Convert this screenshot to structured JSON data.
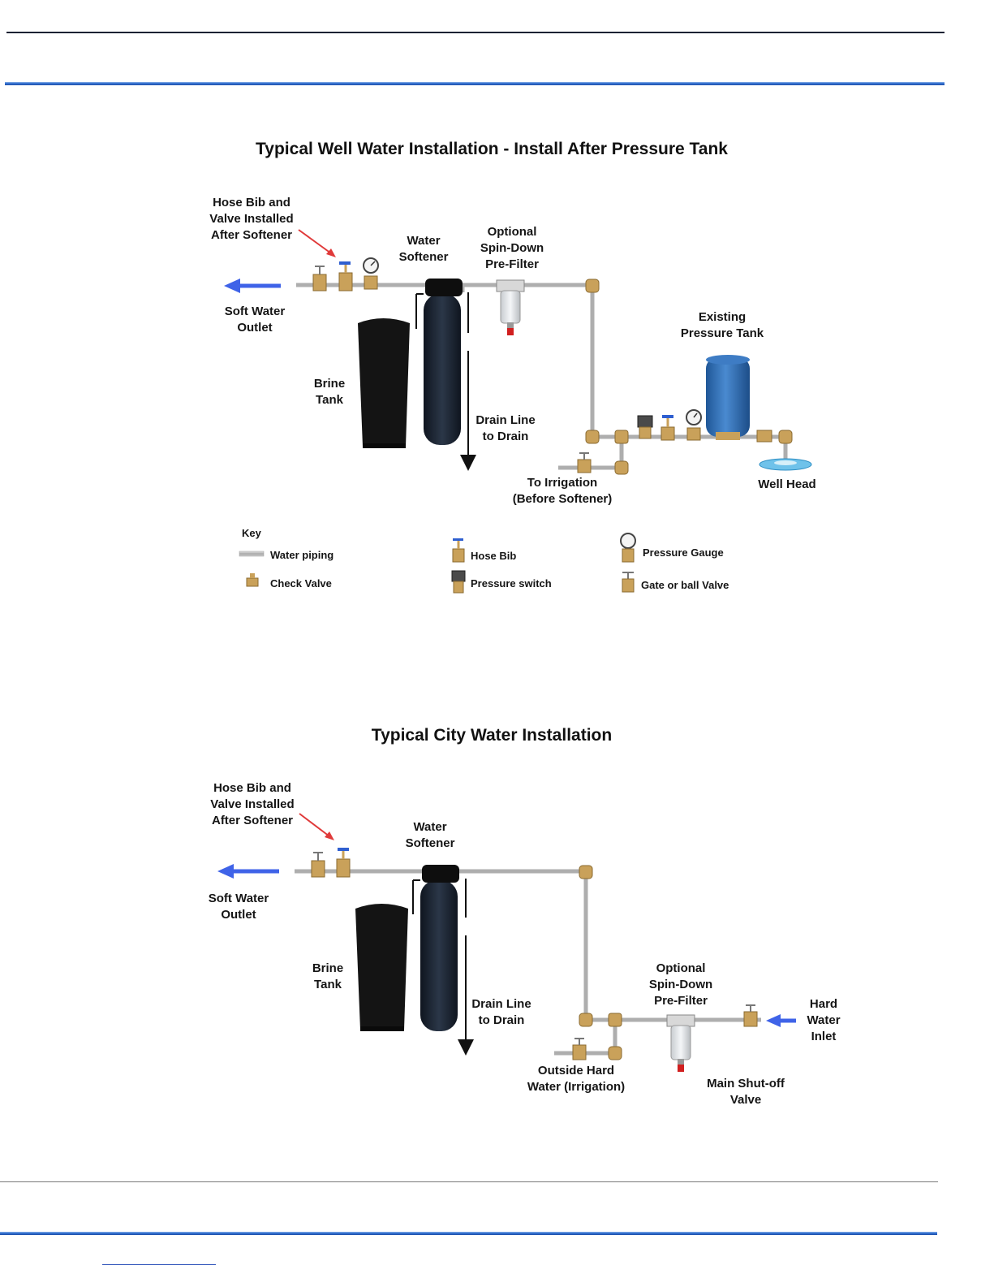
{
  "well": {
    "title": "Typical Well Water Installation - Install After Pressure Tank",
    "labels": {
      "hose_bib_note": "Hose Bib and\nValve Installed\nAfter Softener",
      "water_softener": "Water\nSoftener",
      "prefilter": "Optional\nSpin-Down\nPre-Filter",
      "soft_water_outlet": "Soft Water\nOutlet",
      "existing_pressure_tank": "Existing\nPressure Tank",
      "brine_tank": "Brine\nTank",
      "drain_line": "Drain Line\nto Drain",
      "irrigation": "To Irrigation\n(Before Softener)",
      "well_head": "Well Head"
    },
    "key": {
      "heading": "Key",
      "water_piping": "Water piping",
      "check_valve": "Check Valve",
      "hose_bib": "Hose Bib",
      "pressure_switch": "Pressure switch",
      "pressure_gauge": "Pressure Gauge",
      "gate_valve": "Gate or ball Valve"
    }
  },
  "city": {
    "title": "Typical City Water Installation",
    "labels": {
      "hose_bib_note": "Hose Bib and\nValve Installed\nAfter Softener",
      "water_softener": "Water\nSoftener",
      "soft_water_outlet": "Soft Water\nOutlet",
      "brine_tank": "Brine\nTank",
      "drain_line": "Drain Line\nto Drain",
      "prefilter": "Optional\nSpin-Down\nPre-Filter",
      "hard_water_inlet": "Hard\nWater\nInlet",
      "outside_hard_water": "Outside Hard\nWater (Irrigation)",
      "main_shutoff": "Main Shut-off\nValve"
    }
  },
  "colors": {
    "pipe": "#b8b8b8",
    "brass": "#c9a15a",
    "flow_arrow": "#3f63e8",
    "pointer_arrow": "#e03a3a",
    "pressure_tank": "#2f6fb4",
    "softener_body": "#1d2633",
    "brine_tank": "#141414",
    "filter_red": "#d11f1f"
  },
  "icons": [
    "hose-bib-icon",
    "gate-valve-icon",
    "check-valve-icon",
    "pressure-gauge-icon",
    "pressure-switch-icon",
    "flow-arrow-icon"
  ]
}
